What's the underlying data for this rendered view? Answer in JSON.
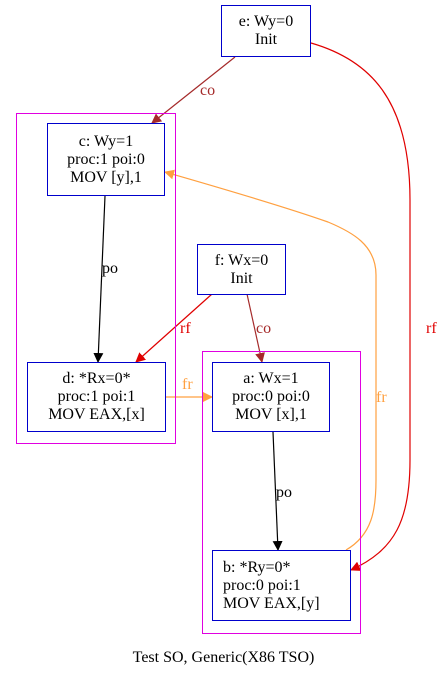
{
  "caption": "Test SO, Generic(X86 TSO)",
  "colors": {
    "node_border": "#0000cc",
    "cluster_border": "#e000e0",
    "po": "#000000",
    "co": "#a52a2a",
    "rf": "#e00000",
    "fr": "#ffa040"
  },
  "nodes": {
    "e": {
      "lines": [
        "e: Wy=0",
        "Init"
      ]
    },
    "c": {
      "lines": [
        "c: Wy=1",
        "proc:1 poi:0",
        "MOV [y],1"
      ]
    },
    "f": {
      "lines": [
        "f: Wx=0",
        "Init"
      ]
    },
    "d": {
      "lines": [
        "d: *Rx=0*",
        "proc:1 poi:1",
        "MOV EAX,[x]"
      ]
    },
    "a": {
      "lines": [
        "a: Wx=1",
        "proc:0 poi:0",
        "MOV [x],1"
      ]
    },
    "b": {
      "lines": [
        "b: *Ry=0*",
        "proc:0 poi:1",
        "MOV EAX,[y]"
      ]
    }
  },
  "edges": [
    {
      "from": "e",
      "to": "c",
      "label": "co",
      "kind": "co"
    },
    {
      "from": "e",
      "to": "b",
      "label": "rf",
      "kind": "rf"
    },
    {
      "from": "c",
      "to": "d",
      "label": "po",
      "kind": "po"
    },
    {
      "from": "f",
      "to": "d",
      "label": "rf",
      "kind": "rf"
    },
    {
      "from": "f",
      "to": "a",
      "label": "co",
      "kind": "co"
    },
    {
      "from": "d",
      "to": "a",
      "label": "fr",
      "kind": "fr"
    },
    {
      "from": "a",
      "to": "b",
      "label": "po",
      "kind": "po"
    },
    {
      "from": "b",
      "to": "c",
      "label": "fr",
      "kind": "fr"
    }
  ]
}
